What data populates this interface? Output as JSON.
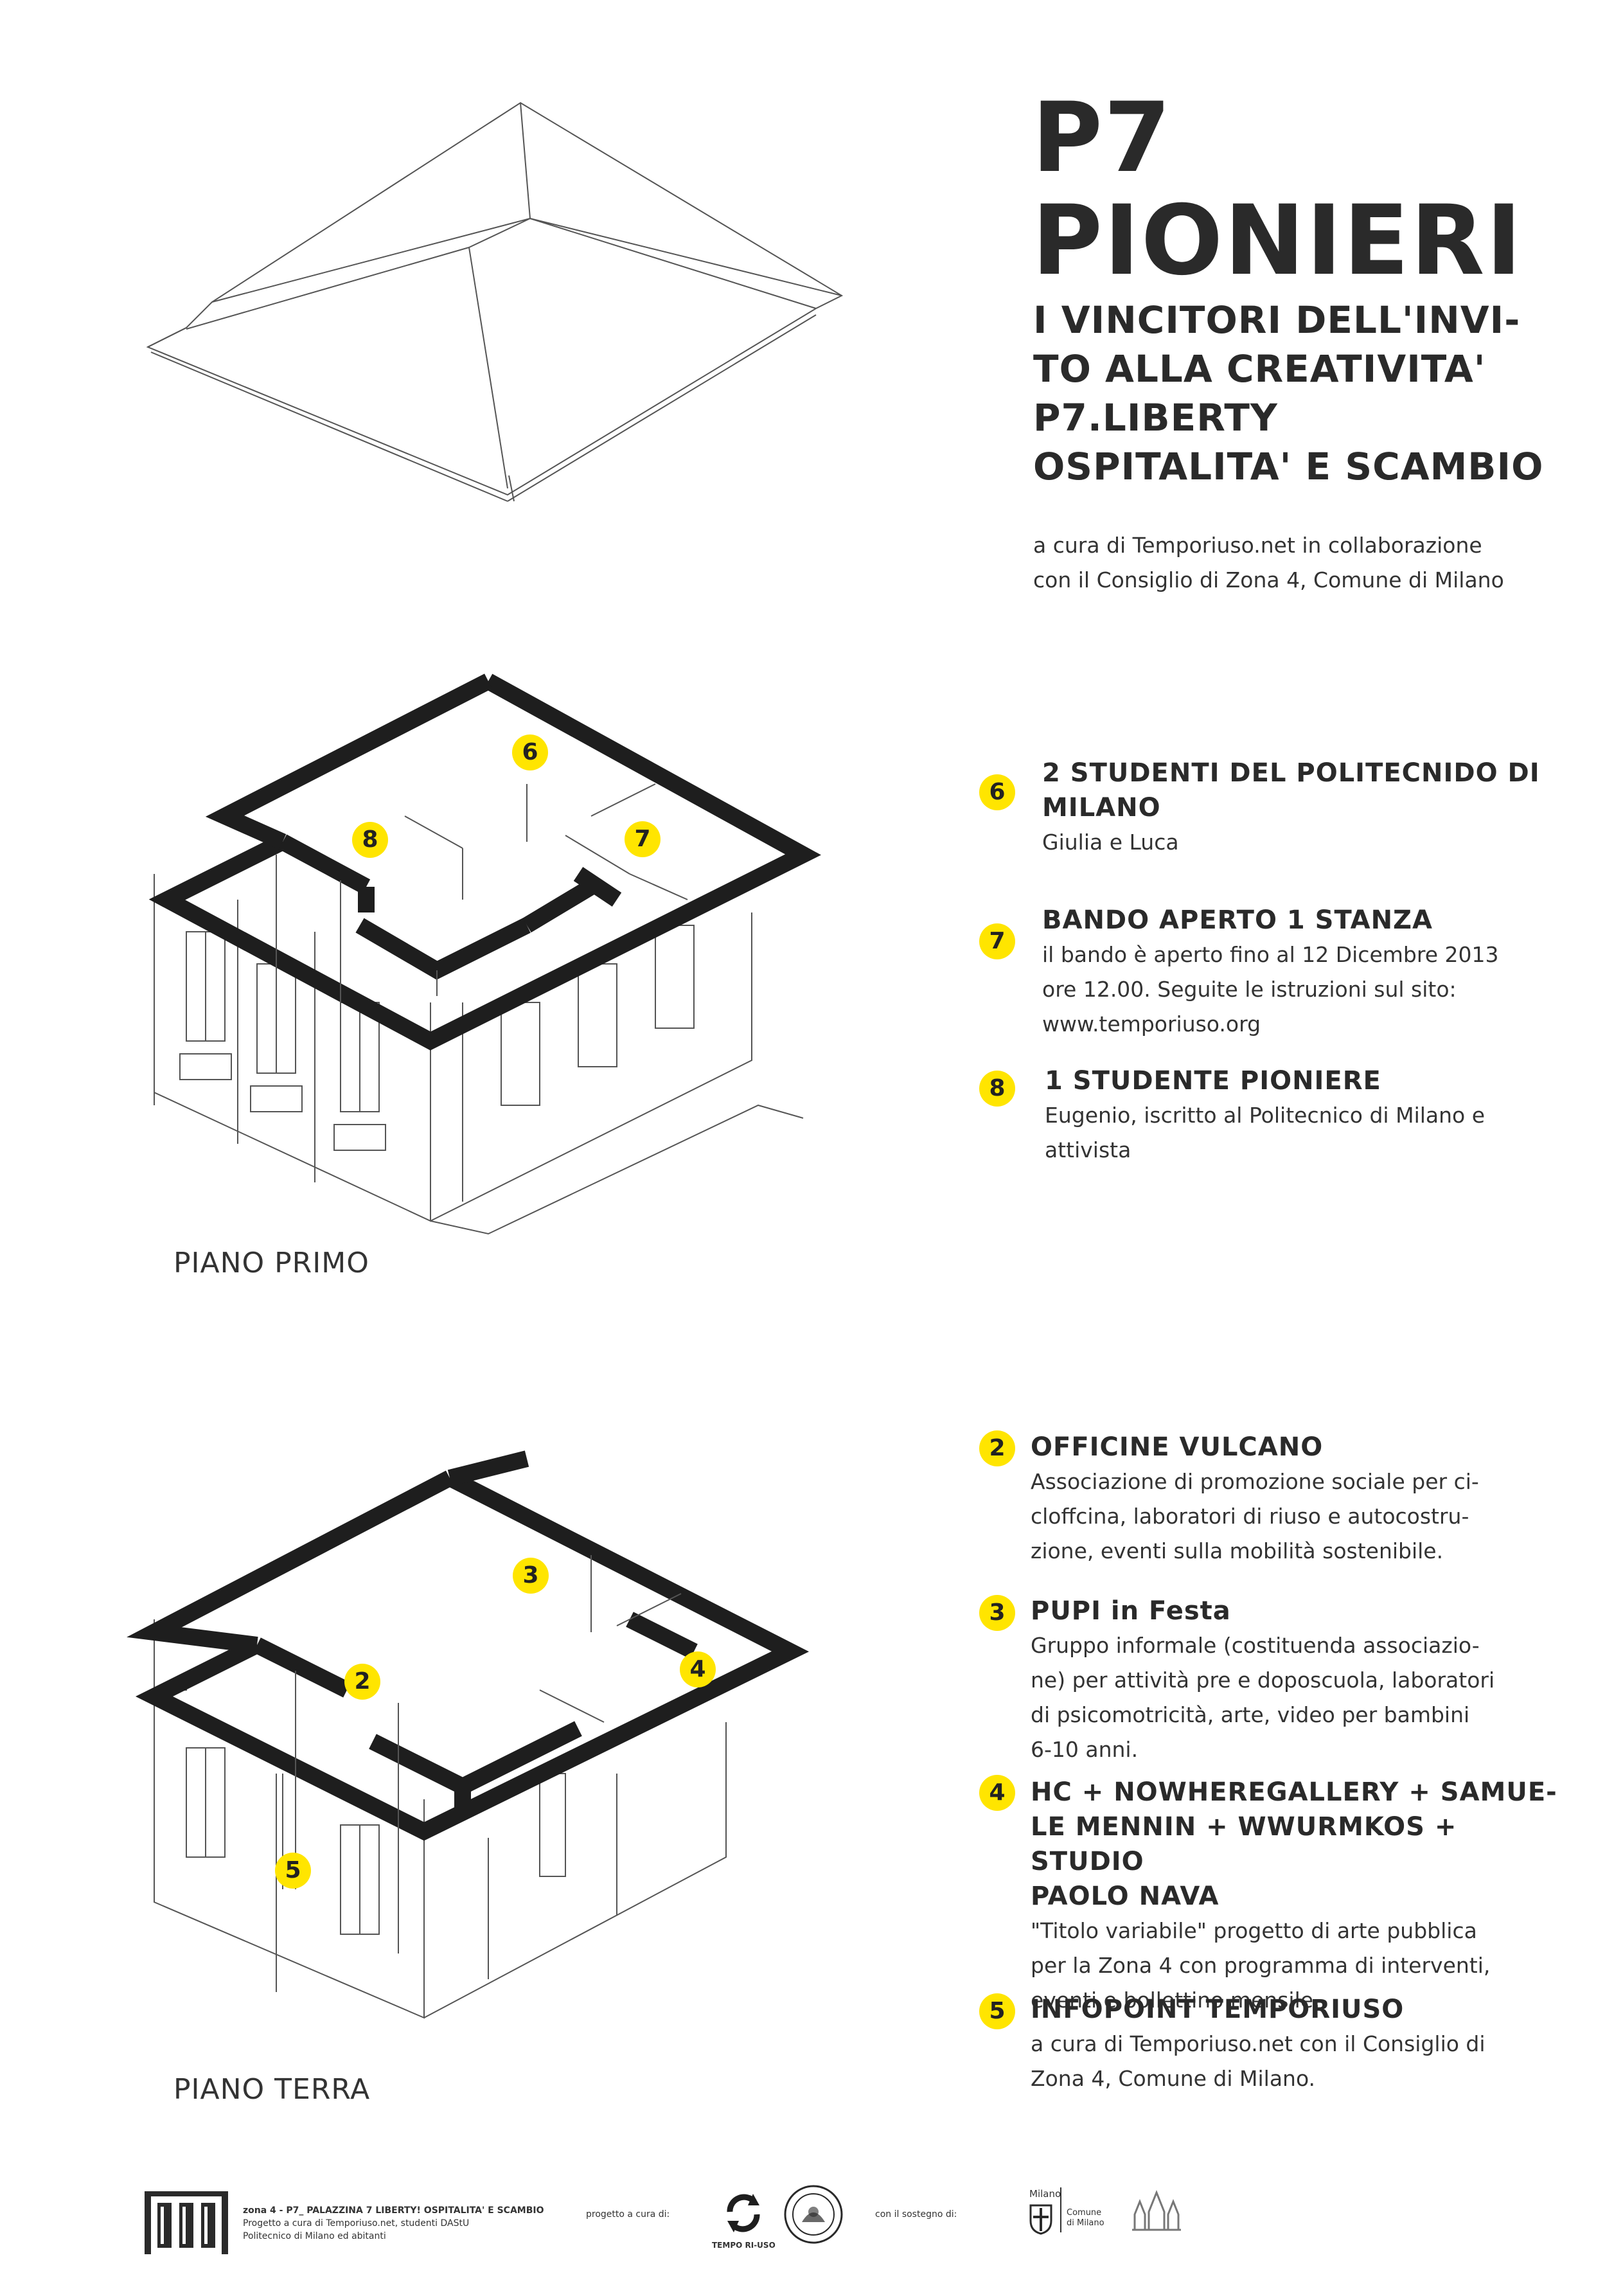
{
  "header": {
    "title_line1": "P7",
    "title_line2": "PIONIERI",
    "subtitle": [
      "I VINCITORI DELL'INVI-",
      "TO ALLA CREATIVITA'",
      "P7.LIBERTY",
      "OSPITALITA' E SCAMBIO"
    ],
    "credit": [
      "a cura di Temporiuso.net in collaborazione",
      "con il Consiglio di Zona 4, Comune di Milano"
    ]
  },
  "piano_primo": {
    "label": "PIANO PRIMO",
    "entries": [
      {
        "number": "6",
        "title": [
          "2 STUDENTI DEL POLITECNIDO DI",
          "MILANO"
        ],
        "desc": [
          "Giulia e Luca"
        ]
      },
      {
        "number": "7",
        "title": [
          "BANDO APERTO 1 STANZA"
        ],
        "desc": [
          "il bando è aperto fino al 12 Dicembre 2013",
          "ore 12.00. Seguite le istruzioni sul sito:",
          "www.temporiuso.org"
        ]
      },
      {
        "number": "8",
        "title": [
          "1 STUDENTE PIONIERE"
        ],
        "desc": [
          "Eugenio, iscritto al Politecnico di Milano e",
          "attivista"
        ]
      }
    ]
  },
  "piano_terra": {
    "label": "PIANO TERRA",
    "entries": [
      {
        "number": "2",
        "title": [
          "OFFICINE VULCANO"
        ],
        "desc": [
          "Associazione di promozione sociale per ci-",
          "cloffcina, laboratori di riuso e autocostru-",
          "zione, eventi sulla mobilità sostenibile."
        ]
      },
      {
        "number": "3",
        "title": [
          "PUPI in Festa"
        ],
        "desc": [
          "Gruppo informale (costituenda associazio-",
          "ne) per attività pre e doposcuola, laboratori",
          "di psicomotricità, arte, video per bambini",
          "6-10 anni."
        ]
      },
      {
        "number": "4",
        "title": [
          "HC + NOWHEREGALLERY + SAMUE-",
          "LE MENNIN + WWURMKOS + STUDIO",
          "PAOLO NAVA"
        ],
        "desc": [
          "\"Titolo variabile\" progetto di arte pubblica",
          "per la Zona 4 con programma di interventi,",
          "eventi e bollettino mensile."
        ]
      },
      {
        "number": "5",
        "title": [
          "INFOPOINT TEMPORIUSO"
        ],
        "desc": [
          "a cura di Temporiuso.net con il Consiglio di",
          "Zona 4, Comune di Milano."
        ]
      }
    ]
  },
  "plan_markers": {
    "primo": [
      "6",
      "7",
      "8"
    ],
    "terra": [
      "3",
      "2",
      "4",
      "5"
    ]
  },
  "footer": {
    "project_line1": "zona 4 -  P7_ PALAZZINA 7 LIBERTY! OSPITALITA' E SCAMBIO",
    "project_line2": "Progetto  a cura di Temporiuso.net, studenti DAStU",
    "project_line3": "Politecnico di Milano ed abitanti",
    "curated_by": "progetto a cura di:",
    "logo_tempo_label": "TEMPO RI-USO",
    "support": "con il sostegno di:",
    "milano_top": "Milano",
    "milano_comune": "Comune di Milano"
  },
  "colors": {
    "accent_yellow": "#ffe500",
    "text_dark": "#2a2a2a"
  }
}
